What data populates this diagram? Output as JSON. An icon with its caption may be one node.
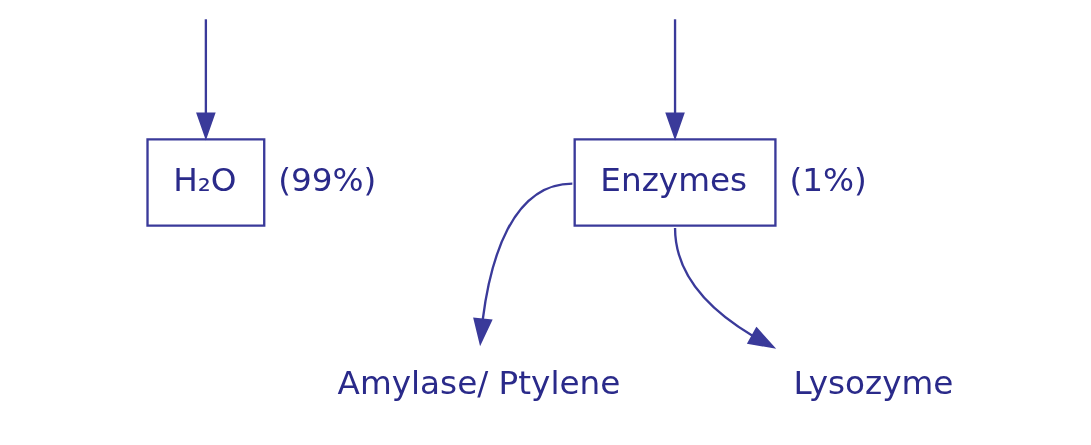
{
  "diagram": {
    "nodes": [
      {
        "text": [
          "H₂O"
        ],
        "beside": [
          "(99%)"
        ]
      },
      {
        "text": [
          "Enzymes"
        ],
        "beside": [
          "(1%)"
        ]
      },
      {
        "text": [
          "Amylase/ Ptylene"
        ]
      },
      {
        "text": [
          "Lysozyme"
        ]
      }
    ],
    "edges": [
      {
        "from": null,
        "to": 0,
        "arrow": "to"
      },
      {
        "from": null,
        "to": 1,
        "arrow": "to"
      },
      {
        "from": 1,
        "to": 2,
        "arrow": "to"
      },
      {
        "from": 1,
        "to": 3,
        "arrow": "to"
      }
    ]
  }
}
